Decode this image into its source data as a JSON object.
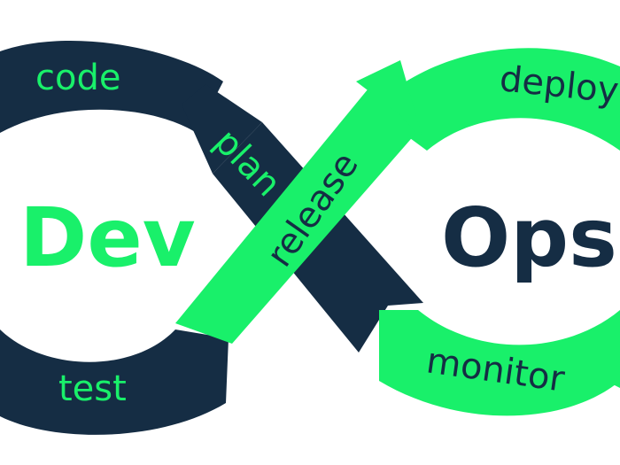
{
  "colors": {
    "navy": "#152d44",
    "green": "#19f06a",
    "background": "#ffffff"
  },
  "diagram": {
    "left_word": "Dev",
    "right_word": "Ops",
    "stages": {
      "code": "code",
      "plan": "plan",
      "release": "release",
      "deploy": "deploy",
      "monitor": "monitor",
      "test": "test"
    }
  }
}
